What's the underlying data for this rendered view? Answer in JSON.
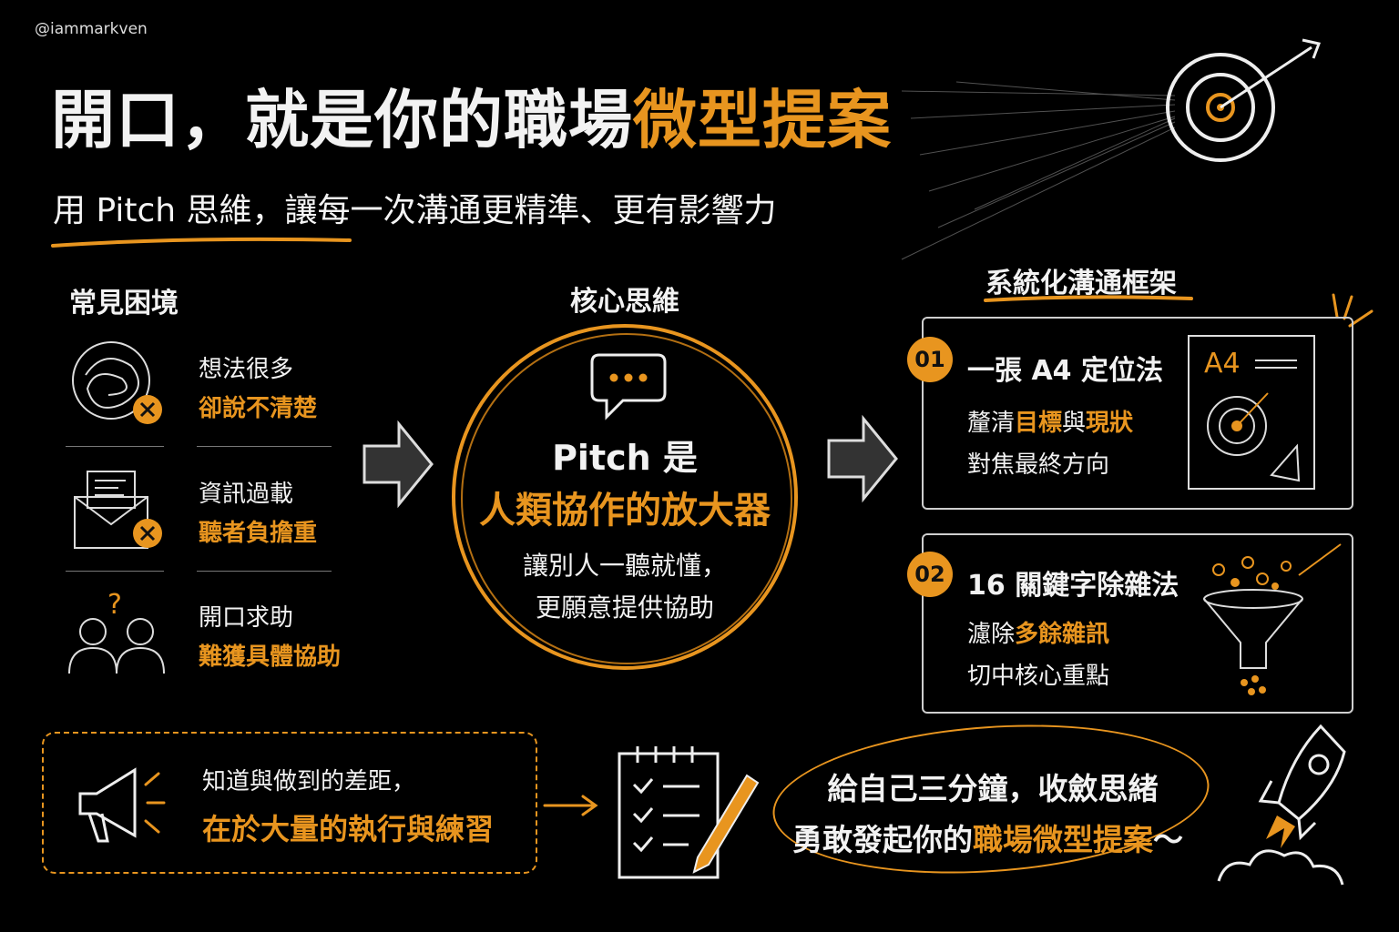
{
  "handle": "@iammarkven",
  "title": {
    "part1": "開口，就是你的職場",
    "part2": "微型提案"
  },
  "subtitle": "用 Pitch 思維，讓每一次溝通更精準、更有影響力",
  "problems": {
    "heading": "常見困境",
    "items": [
      {
        "line1": "想法很多",
        "line2": "卻說不清楚",
        "icon": "tangled-thoughts-icon"
      },
      {
        "line1": "資訊過載",
        "line2": "聽者負擔重",
        "icon": "overloaded-envelope-icon"
      },
      {
        "line1": "開口求助",
        "line2": "難獲具體協助",
        "icon": "two-people-question-icon"
      }
    ]
  },
  "core": {
    "heading": "核心思維",
    "line1": "Pitch 是",
    "line2": "人類協作的放大器",
    "line3": "讓別人一聽就懂，",
    "line4": "更願意提供協助"
  },
  "framework": {
    "heading": "系統化溝通框架",
    "cards": [
      {
        "num": "01",
        "title": "一張 A4 定位法",
        "l1a": "釐清",
        "l1b": "目標",
        "l1c": "與",
        "l1d": "現狀",
        "l2": "對焦最終方向",
        "icon_label": "A4"
      },
      {
        "num": "02",
        "title": "16 關鍵字除雜法",
        "l1a": "濾除",
        "l1b": "多餘雜訊",
        "l2": "切中核心重點"
      }
    ]
  },
  "bottom": {
    "left_line1": "知道與做到的差距，",
    "left_line2": "在於大量的執行與練習",
    "right_line1": "給自己三分鐘，收斂思緒",
    "right_line2a": "勇敢發起你的",
    "right_line2b": "職場微型提案",
    "right_line2c": "～"
  },
  "colors": {
    "accent": "#e8951f",
    "background": "#000000",
    "text": "#f2f2f2"
  }
}
